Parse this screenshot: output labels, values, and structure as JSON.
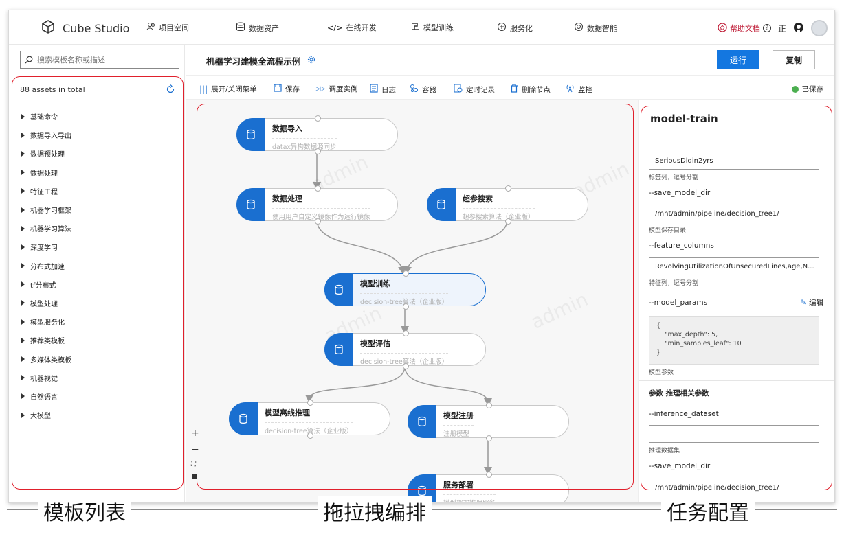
{
  "app": {
    "title": "Cube Studio"
  },
  "nav": {
    "items": [
      {
        "label": "项目空间",
        "icon": "users-icon"
      },
      {
        "label": "数据资产",
        "icon": "database-icon"
      },
      {
        "label": "在线开发",
        "icon": "code-icon"
      },
      {
        "label": "模型训练",
        "icon": "train-icon"
      },
      {
        "label": "服务化",
        "icon": "service-icon"
      },
      {
        "label": "数据智能",
        "icon": "openai-icon"
      }
    ],
    "help": "帮助文档",
    "lang": "正"
  },
  "sidebar": {
    "search_placeholder": "搜索模板名称或描述",
    "assets_count": "88 assets in total",
    "items": [
      {
        "label": "基础命令"
      },
      {
        "label": "数据导入导出"
      },
      {
        "label": "数据预处理"
      },
      {
        "label": "数据处理"
      },
      {
        "label": "特征工程"
      },
      {
        "label": "机器学习框架"
      },
      {
        "label": "机器学习算法"
      },
      {
        "label": "深度学习"
      },
      {
        "label": "分布式加速"
      },
      {
        "label": "tf分布式"
      },
      {
        "label": "模型处理"
      },
      {
        "label": "模型服务化"
      },
      {
        "label": "推荐类模板"
      },
      {
        "label": "多媒体类模板"
      },
      {
        "label": "机器视觉"
      },
      {
        "label": "自然语言"
      },
      {
        "label": "大模型"
      }
    ]
  },
  "header": {
    "pipeline_title": "机器学习建模全流程示例",
    "run_label": "运行",
    "copy_label": "复制"
  },
  "toolbar": {
    "toggle_menu": "展开/关闭菜单",
    "save": "保存",
    "schedule": "调度实例",
    "log": "日志",
    "container": "容器",
    "timer_record": "定时记录",
    "delete_node": "删除节点",
    "monitor": "监控",
    "saved_status": "已保存"
  },
  "canvas": {
    "nodes": [
      {
        "title": "数据导入",
        "desc": "datax异构数据源同步"
      },
      {
        "title": "数据处理",
        "desc": "使用用户自定义镜像作为运行镜像"
      },
      {
        "title": "超参搜索",
        "desc": "超参搜索算法（企业版）"
      },
      {
        "title": "模型训练",
        "desc": "decision-tree算法（企业版）"
      },
      {
        "title": "模型评估",
        "desc": "decision-tree算法（企业版）"
      },
      {
        "title": "模型离线推理",
        "desc": "decision-tree算法（企业版）"
      },
      {
        "title": "模型注册",
        "desc": "注册模型"
      },
      {
        "title": "服务部署",
        "desc": "模型部署推理服务"
      }
    ],
    "zoom_in": "+",
    "zoom_out": "−"
  },
  "config": {
    "title": "model-train",
    "label_columns_value": "SeriousDlqin2yrs",
    "label_columns_hint": "标签列，逗号分割",
    "save_model_dir_label": "--save_model_dir",
    "save_model_dir_value": "/mnt/admin/pipeline/decision_tree1/",
    "save_model_dir_hint": "模型保存目录",
    "feature_columns_label": "--feature_columns",
    "feature_columns_value": "RevolvingUtilizationOfUnsecuredLines,age,N...",
    "feature_columns_hint": "特征列，逗号分割",
    "model_params_label": "--model_params",
    "edit_label": "编辑",
    "model_params_value": "{\n    \"max_depth\": 5,\n    \"min_samples_leaf\": 10\n}",
    "model_params_hint": "模型参数",
    "section_inference": "参数 推理相关参数",
    "inference_dataset_label": "--inference_dataset",
    "inference_dataset_value": "",
    "inference_dataset_hint": "推理数据集",
    "save_model_dir2_label": "--save_model_dir",
    "save_model_dir2_value": "/mnt/admin/pipeline/decision_tree1/"
  },
  "captions": {
    "left": "模板列表",
    "middle": "拖拉拽编排",
    "right": "任务配置"
  },
  "colors": {
    "primary": "#1a6fd0",
    "run_button": "#1477e0",
    "highlight_red": "#e0202c",
    "help_red": "#c0203a",
    "saved_green": "#4caf50"
  },
  "watermark": "admin"
}
